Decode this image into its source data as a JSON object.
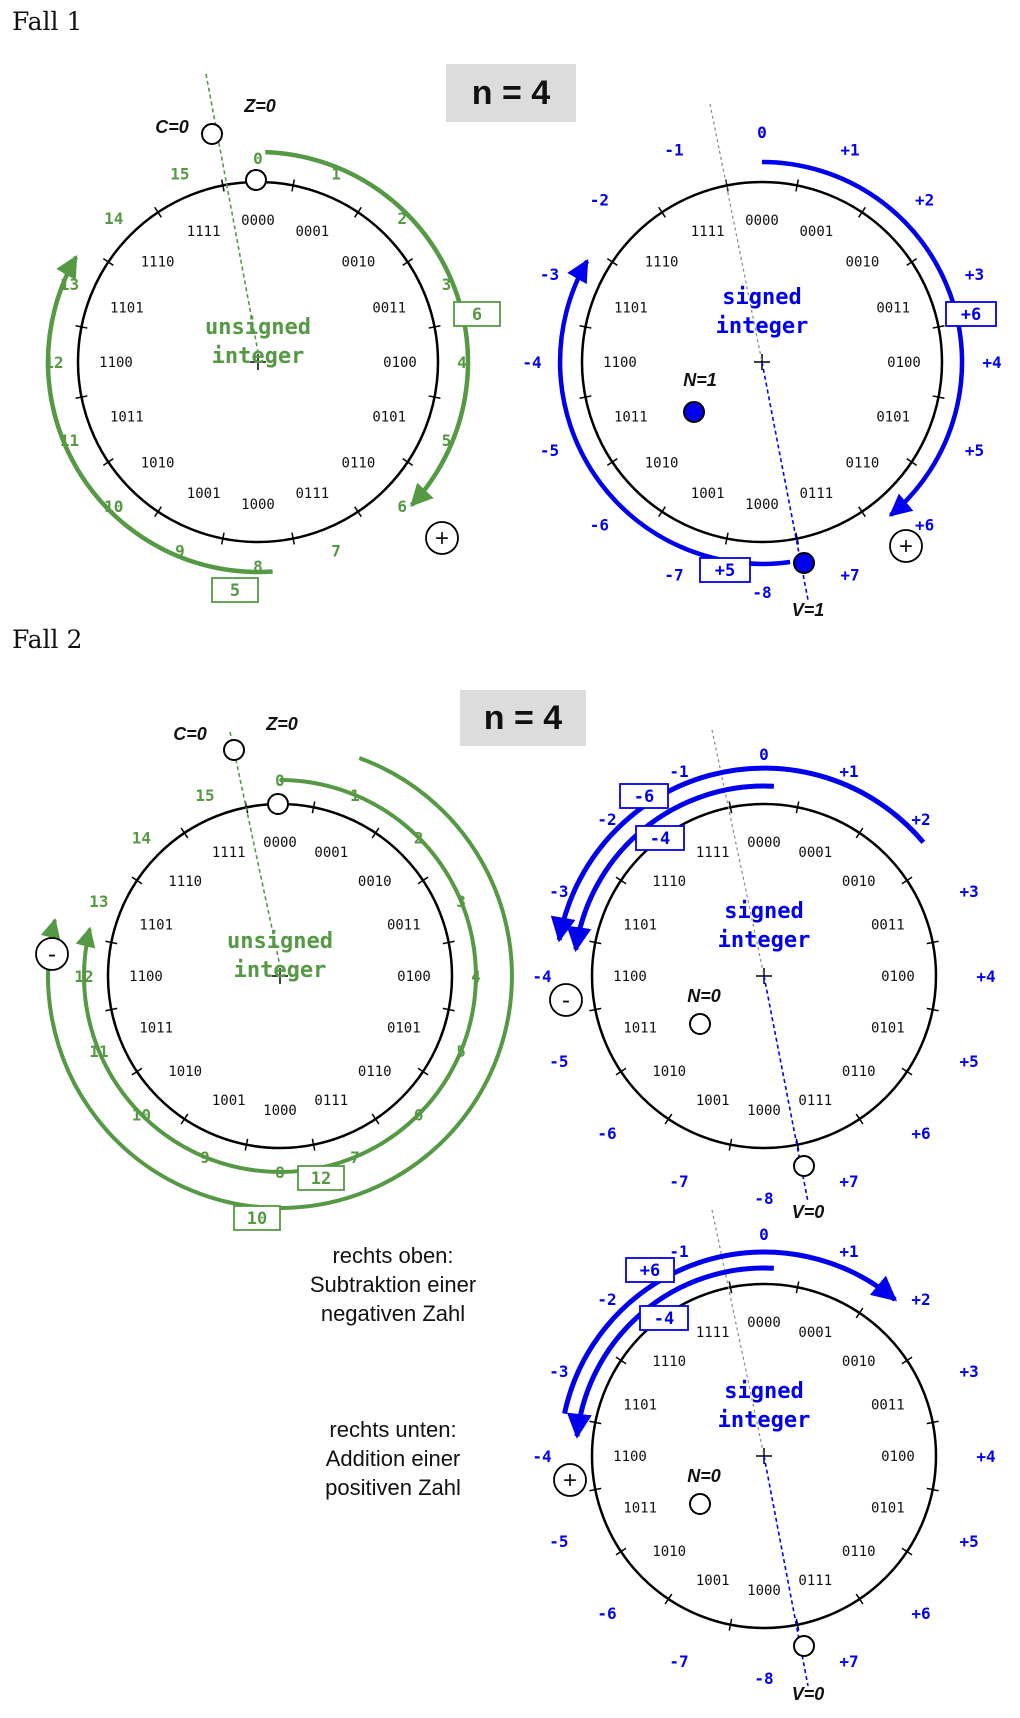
{
  "colors": {
    "green": "#559944",
    "blue": "#0000ee",
    "black": "#000000",
    "gray": "#888888",
    "nbox": "#dcdcdc"
  },
  "fall1_label": "Fall 1",
  "fall2_label": "Fall 2",
  "n_label": "n = 4",
  "binaries": [
    "0000",
    "0001",
    "0010",
    "0011",
    "0100",
    "0101",
    "0110",
    "0111",
    "1000",
    "1001",
    "1010",
    "1011",
    "1100",
    "1101",
    "1110",
    "1111"
  ],
  "unsigned_labels": [
    "0",
    "1",
    "2",
    "3",
    "4",
    "5",
    "6",
    "7",
    "8",
    "9",
    "10",
    "11",
    "12",
    "13",
    "14",
    "15"
  ],
  "signed_labels": [
    "0",
    "+1",
    "+2",
    "+3",
    "+4",
    "+5",
    "+6",
    "+7",
    "-8",
    "-7",
    "-6",
    "-5",
    "-4",
    "-3",
    "-2",
    "-1"
  ],
  "unsigned_title": [
    "unsigned",
    "integer"
  ],
  "signed_title": [
    "signed",
    "integer"
  ],
  "fall1": {
    "left": {
      "c_flag": "C=0",
      "z_flag": "Z=0",
      "box_a": "6",
      "box_b": "5",
      "op": "+"
    },
    "right": {
      "n_flag": "N=1",
      "v_flag": "V=1",
      "box_a": "+6",
      "box_b": "+5",
      "op": "+"
    }
  },
  "fall2": {
    "left": {
      "c_flag": "C=0",
      "z_flag": "Z=0",
      "box_a": "12",
      "box_b": "10",
      "op": "-"
    },
    "right_top": {
      "n_flag": "N=0",
      "v_flag": "V=0",
      "box_a": "-6",
      "box_b": "-4",
      "op": "-"
    },
    "right_bottom": {
      "n_flag": "N=0",
      "v_flag": "V=0",
      "box_a": "+6",
      "box_b": "-4",
      "op": "+"
    }
  },
  "note_top": [
    "rechts oben:",
    "Subtraktion einer",
    "negativen Zahl"
  ],
  "note_bottom": [
    "rechts unten:",
    "Addition einer",
    "positiven Zahl"
  ]
}
